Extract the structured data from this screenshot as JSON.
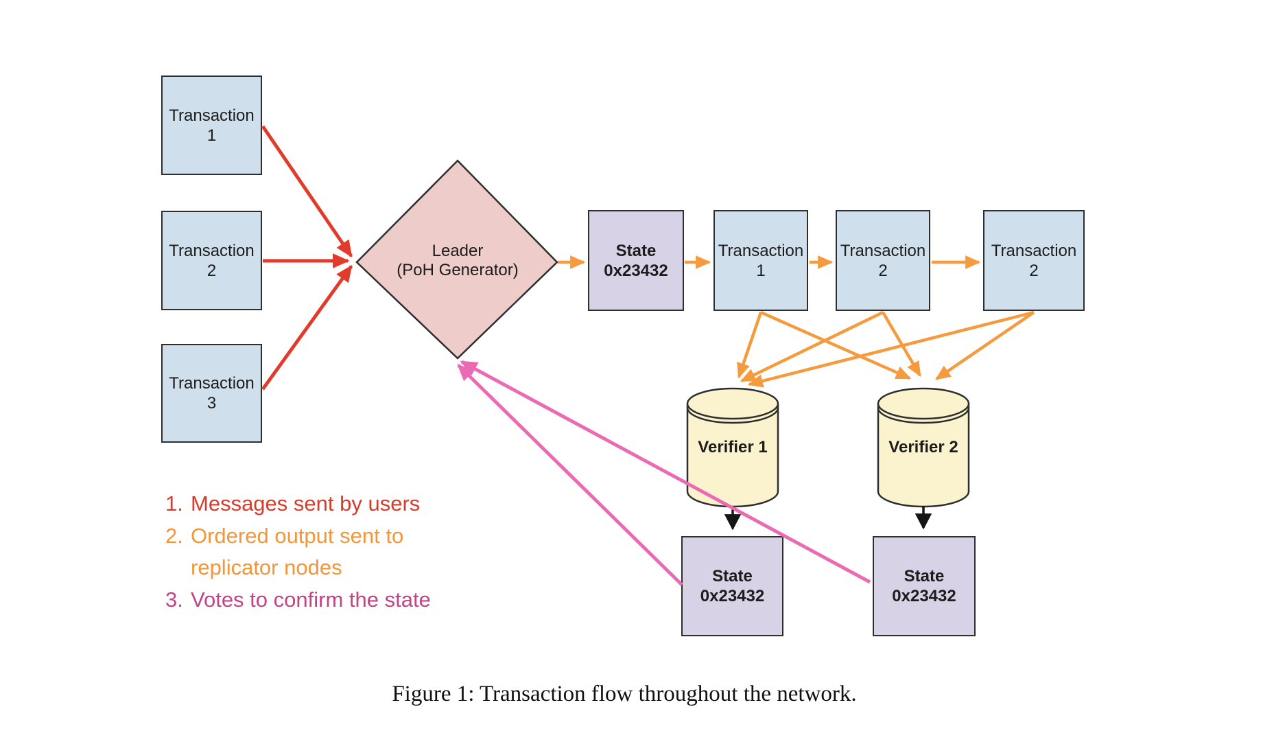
{
  "colors": {
    "red_arrow": "#e23b2c",
    "orange_arrow": "#f59b3e",
    "pink_arrow": "#ea6bb3",
    "black_arrow": "#151515",
    "box_blue": "#cfdfeb",
    "box_purple": "#d8d2e7",
    "diamond_pink": "#eeccc9",
    "cylinder_yellow": "#fbf3ce",
    "border": "#2e2e2e",
    "text": "#1c1c1c"
  },
  "nodes": {
    "user_transactions": [
      {
        "title": "Transaction",
        "sub": "1"
      },
      {
        "title": "Transaction",
        "sub": "2"
      },
      {
        "title": "Transaction",
        "sub": "3"
      }
    ],
    "leader": {
      "line1": "Leader",
      "line2": "(PoH Generator)"
    },
    "initial_state": {
      "line1": "State",
      "line2": "0x23432"
    },
    "ordered_entries": [
      {
        "title": "Transaction",
        "sub": "1"
      },
      {
        "title": "Transaction",
        "sub": "2"
      },
      {
        "title": "Transaction",
        "sub": "2"
      }
    ],
    "verifiers": [
      {
        "label": "Verifier 1"
      },
      {
        "label": "Verifier 2"
      }
    ],
    "verifier_states": [
      {
        "line1": "State",
        "line2": "0x23432"
      },
      {
        "line1": "State",
        "line2": "0x23432"
      }
    ]
  },
  "legend": {
    "items": [
      {
        "number": "1.",
        "text": "Messages sent by users",
        "color": "#d83b2b"
      },
      {
        "number": "2.",
        "text": "Ordered output sent to",
        "text_line2": "replicator nodes",
        "color": "#f4953a"
      },
      {
        "number": "3.",
        "text": "Votes to confirm the state",
        "color": "#c14484"
      }
    ]
  },
  "caption": "Figure 1: Transaction flow throughout the network."
}
